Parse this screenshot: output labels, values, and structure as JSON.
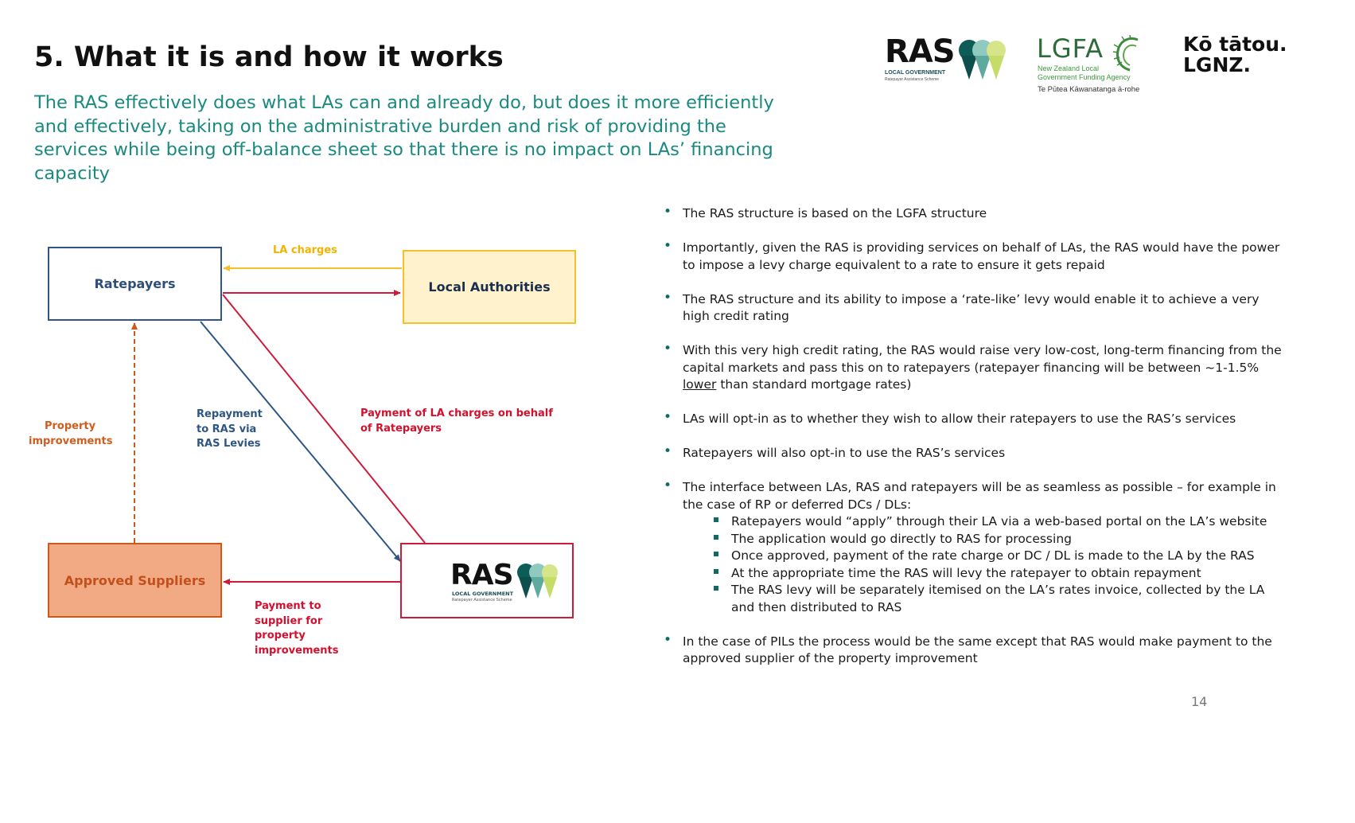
{
  "header": {
    "title": "5. What it is and how it works",
    "subtitle": "The RAS effectively does what LAs can and already do, but does it more efficiently and effectively, taking on the administrative burden and risk of providing the services while being off-balance sheet so that there is no impact on LAs’ financing capacity"
  },
  "logos": {
    "ras": {
      "name": "RAS",
      "line1": "LOCAL GOVERNMENT",
      "line2": "Ratepayer Assistance Scheme"
    },
    "lgfa": {
      "name": "LGFA",
      "line1": "New Zealand Local",
      "line2": "Government Funding Agency",
      "line3": "Te Pūtea Kāwanatanga ā-rohe"
    },
    "lgnz": {
      "line1": "Kō tātou.",
      "line2": "LGNZ."
    }
  },
  "diagram": {
    "nodes": {
      "ratepayers": "Ratepayers",
      "local_authorities": "Local Authorities",
      "approved_suppliers": "Approved Suppliers",
      "ras": {
        "name": "RAS",
        "line1": "LOCAL GOVERNMENT",
        "line2": "Ratepayer Assistance Scheme"
      }
    },
    "edge_labels": {
      "la_charges": "LA charges",
      "property_improvements": "Property improvements",
      "repayment": "Repayment to RAS via RAS Levies",
      "payment_la": "Payment of LA charges on behalf of Ratepayers",
      "payment_supplier": "Payment to supplier for property improvements"
    },
    "colors": {
      "navy": "#2e5683",
      "yellow": "#f5c02a",
      "red": "#cc1c3a",
      "orange": "#c95a1a",
      "teal": "#0d6b66"
    }
  },
  "bullets": [
    {
      "text": "The RAS structure is based on the LGFA structure"
    },
    {
      "text": "Importantly, given the RAS is providing services on behalf of LAs, the RAS would have the power to impose a levy charge equivalent to a rate to ensure it gets repaid"
    },
    {
      "text": "The RAS structure and its ability to impose a ‘rate-like’ levy would enable it to achieve a very high credit rating"
    },
    {
      "text_pre": "With this very high credit rating, the RAS would raise very low-cost, long-term financing from the capital markets and pass this on to ratepayers (ratepayer financing will be between ~1-1.5% ",
      "text_u": "lower",
      "text_post": " than standard mortgage rates)"
    },
    {
      "text": "LAs will opt-in as to whether they wish to allow their ratepayers to use the RAS’s services"
    },
    {
      "text": "Ratepayers will also opt-in to use the RAS’s services"
    },
    {
      "text": "The interface between LAs, RAS and ratepayers will be as seamless as possible – for example in the case of RP or deferred DCs / DLs:",
      "sub": [
        "Ratepayers would “apply” through their LA via a web-based portal on the LA’s website",
        "The application would go directly to RAS for processing",
        "Once approved, payment of the rate charge or DC / DL is made to the LA by the RAS",
        "At the appropriate time the RAS will levy the ratepayer to obtain repayment",
        "The RAS levy will be separately itemised on the LA’s rates invoice, collected by the LA and then distributed to RAS"
      ]
    },
    {
      "text": "In the case of PILs the process would be the same except that RAS would make payment to the approved supplier of the property improvement"
    }
  ],
  "page_number": "14"
}
